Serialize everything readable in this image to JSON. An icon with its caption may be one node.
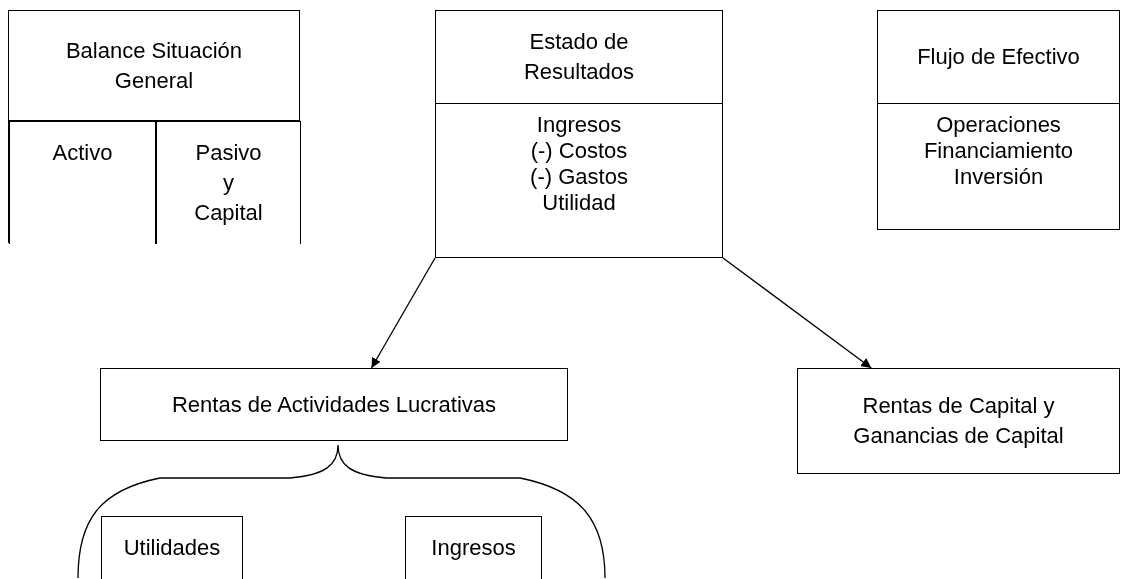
{
  "diagram": {
    "nodes": [
      {
        "text": [
          "Balance Situación General"
        ]
      },
      {
        "text": [
          "Activo"
        ],
        "in": 0
      },
      {
        "text": [
          "Pasivo y Capital"
        ],
        "in": 0
      },
      {
        "text": [
          "Estado de Resultados",
          "Ingresos (-) Costos (-) Gastos Utilidad"
        ]
      },
      {
        "text": [
          "Flujo de Efectivo",
          "Operaciones Financiamiento Inversión"
        ]
      },
      {
        "text": [
          "Rentas de Actividades Lucrativas"
        ]
      },
      {
        "text": [
          "Rentas de Capital y Ganancias de Capital"
        ]
      },
      {
        "text": [
          "Utilidades"
        ]
      },
      {
        "text": [
          "Ingresos"
        ]
      }
    ],
    "edges": [
      {
        "from": 3,
        "to": 5,
        "arrow": "to"
      },
      {
        "from": 3,
        "to": 6,
        "arrow": "to"
      }
    ]
  }
}
